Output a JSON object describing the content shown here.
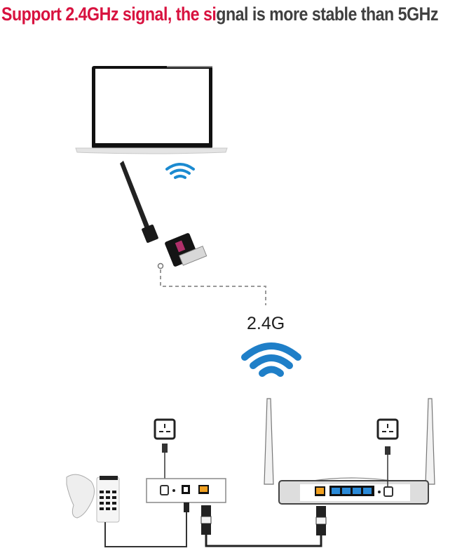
{
  "headline": {
    "part_red": "Support 2.4GHz signal, the si",
    "part_gray": "gnal is more stable than 5GHz",
    "colors": {
      "red": "#d8123f",
      "gray": "#3f3f3f"
    }
  },
  "diagram": {
    "band_label": "2.4G",
    "wifi_color": "#1f7fc8",
    "ethernet_wan_color": "#f0a020",
    "ethernet_lan_color": "#2a8ad8",
    "components": [
      {
        "name": "laptop",
        "icon": "laptop-icon"
      },
      {
        "name": "usb-wifi-adapter",
        "icon": "usb-adapter-icon"
      },
      {
        "name": "wifi-signal-small",
        "icon": "wifi-icon"
      },
      {
        "name": "wifi-signal-2.4g",
        "icon": "wifi-icon"
      },
      {
        "name": "telephone",
        "icon": "telephone-icon"
      },
      {
        "name": "modem",
        "icon": "modem-icon"
      },
      {
        "name": "router",
        "icon": "router-icon"
      },
      {
        "name": "power-outlet-modem",
        "icon": "power-outlet-icon"
      },
      {
        "name": "power-outlet-router",
        "icon": "power-outlet-icon"
      }
    ]
  }
}
